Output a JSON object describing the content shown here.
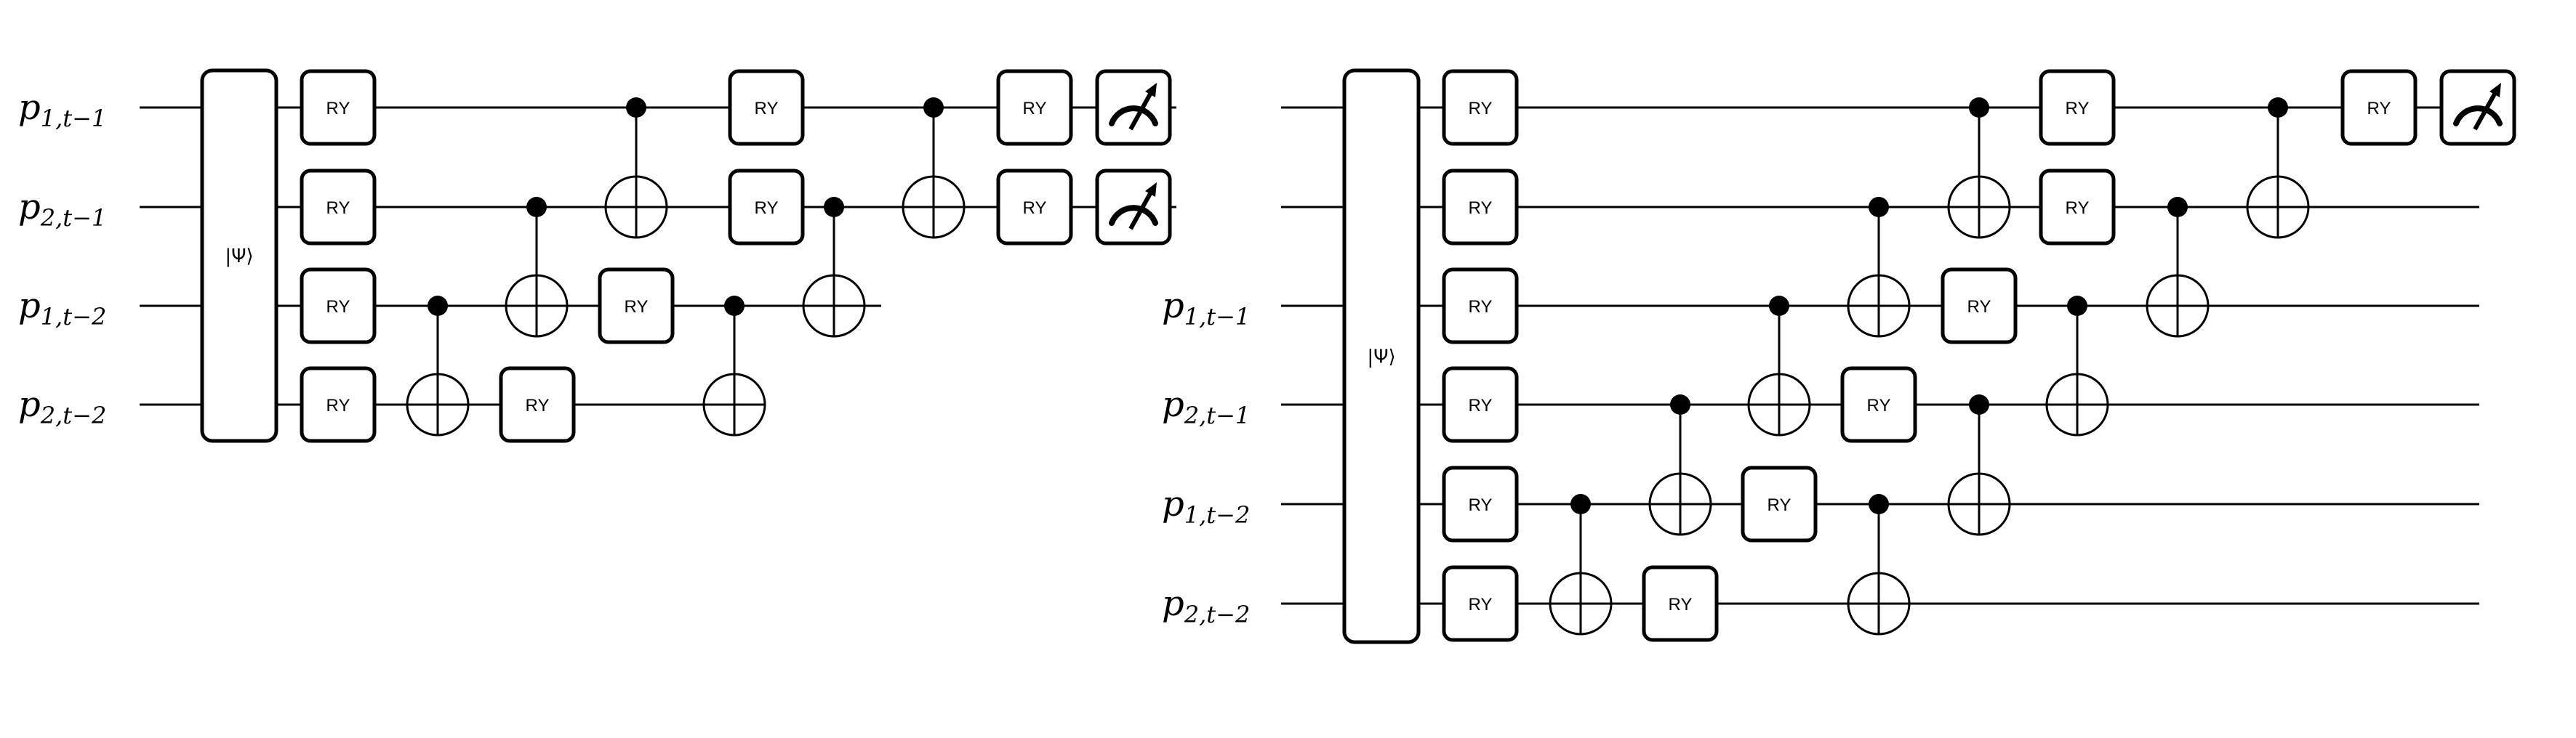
{
  "circuits": [
    {
      "id": "left",
      "state_label": "|Ψ⟩",
      "gate_label": "RY",
      "wires": [
        {
          "label": {
            "base": "p",
            "sub": "1,t−1"
          },
          "measured": true
        },
        {
          "label": {
            "base": "p",
            "sub": "2,t−1"
          },
          "measured": true
        },
        {
          "label": {
            "base": "p",
            "sub": "1,t−2"
          },
          "measured": false
        },
        {
          "label": {
            "base": "p",
            "sub": "2,t−2"
          },
          "measured": false
        }
      ],
      "cnots": [
        {
          "control": 2,
          "target": 3
        },
        {
          "control": 1,
          "target": 2
        },
        {
          "control": 0,
          "target": 1
        },
        {
          "control": 2,
          "target": 3
        },
        {
          "control": 1,
          "target": 2
        },
        {
          "control": 0,
          "target": 1
        }
      ]
    },
    {
      "id": "right",
      "state_label": "|Ψ⟩",
      "gate_label": "RY",
      "wires": [
        {
          "label": null,
          "measured": true
        },
        {
          "label": null,
          "measured": false
        },
        {
          "label": {
            "base": "p",
            "sub": "1,t−1"
          },
          "measured": false
        },
        {
          "label": {
            "base": "p",
            "sub": "2,t−1"
          },
          "measured": false
        },
        {
          "label": {
            "base": "p",
            "sub": "1,t−2"
          },
          "measured": false
        },
        {
          "label": {
            "base": "p",
            "sub": "2,t−2"
          },
          "measured": false
        }
      ],
      "cnots": [
        {
          "control": 4,
          "target": 5
        },
        {
          "control": 3,
          "target": 4
        },
        {
          "control": 2,
          "target": 3
        },
        {
          "control": 1,
          "target": 2
        },
        {
          "control": 0,
          "target": 1
        },
        {
          "control": 4,
          "target": 5
        },
        {
          "control": 3,
          "target": 4
        },
        {
          "control": 2,
          "target": 3
        },
        {
          "control": 1,
          "target": 2
        },
        {
          "control": 0,
          "target": 1
        }
      ]
    }
  ]
}
